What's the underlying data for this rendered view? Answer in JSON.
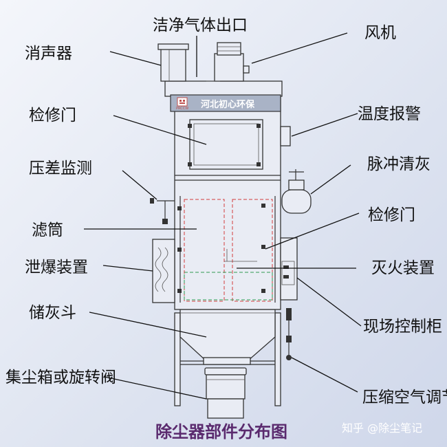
{
  "diagram": {
    "title": "除尘器部件分布图",
    "brand_name": "河北初心环保",
    "brand_sub": "PRCCW",
    "watermark": "知乎 @除尘笔记",
    "labels": {
      "muffler": "消声器",
      "clean_gas_outlet": "洁净气体出口",
      "fan": "风机",
      "access_door_top": "检修门",
      "temperature_alarm": "温度报警",
      "pressure_monitor": "压差监测",
      "pulse_cleaning": "脉冲清灰",
      "filter_cartridge": "滤筒",
      "access_door_side": "检修门",
      "explosion_vent": "泄爆装置",
      "fire_extinguishing": "灭火装置",
      "ash_hopper": "储灰斗",
      "control_cabinet": "现场控制柜",
      "dust_box_valve": "集尘箱或旋转阀",
      "air_regulator": "压缩空气调节"
    },
    "colors": {
      "title": "#5a2a6e",
      "leader": "#111111",
      "outline": "#333333",
      "filter_outline": "#d23b3b",
      "filter_lower": "#2e9a4f",
      "brand_band": "#a9b3c6"
    }
  }
}
